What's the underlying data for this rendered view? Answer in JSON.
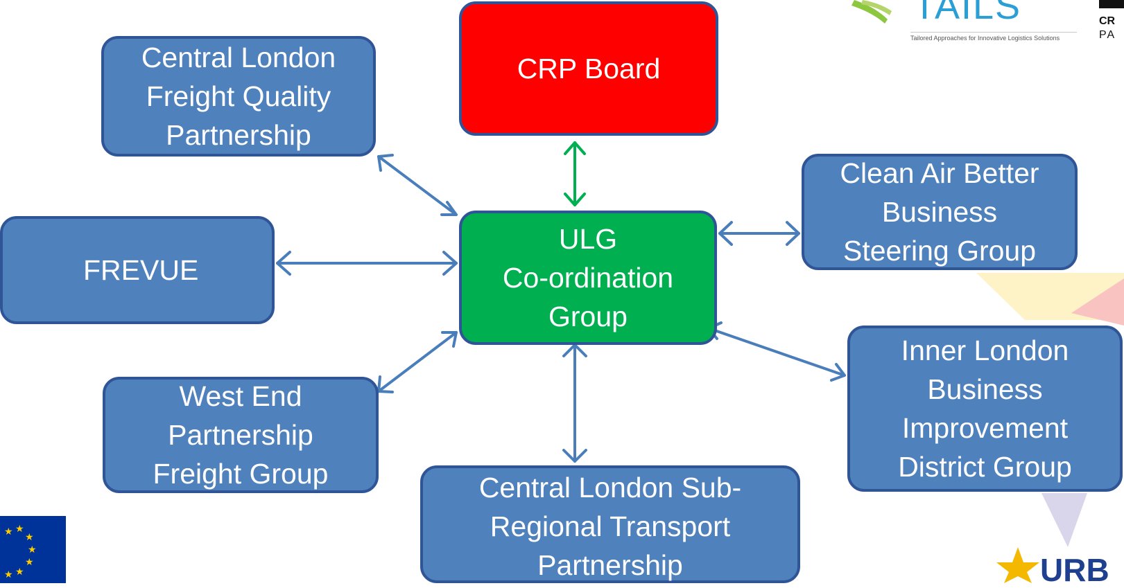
{
  "diagram": {
    "nodes": {
      "crp_board": [
        "CRP Board"
      ],
      "ulg": [
        "ULG",
        "Co-ordination",
        "Group"
      ],
      "clfqp": [
        "Central London",
        "Freight Quality",
        "Partnership"
      ],
      "frevue": [
        "FREVUE"
      ],
      "weppfg": [
        "West End",
        "Partnership",
        "Freight Group"
      ],
      "clsrtp": [
        "Central London Sub-",
        "Regional Transport",
        "Partnership"
      ],
      "cabbsg": [
        "Clean Air Better",
        "Business",
        "Steering Group"
      ],
      "ilbidg": [
        "Inner London",
        "Business",
        "Improvement",
        "District Group"
      ]
    },
    "colors": {
      "box_fill": "#4f81bd",
      "box_border": "#2f5597",
      "crp_board_fill": "#ff0000",
      "ulg_fill": "#00b050",
      "connector_blue": "#4a7ebb",
      "connector_green": "#00b050"
    }
  },
  "logos": {
    "tails": {
      "name": "TAILS",
      "tagline": "Tailored Approaches for Innovative Logistics Solutions"
    },
    "cross_river": {
      "text_line1": "CR",
      "text_line2": "PA"
    },
    "urbact": {
      "text": "URB"
    },
    "eu_flag": {
      "icon": "eu-flag-icon"
    }
  }
}
